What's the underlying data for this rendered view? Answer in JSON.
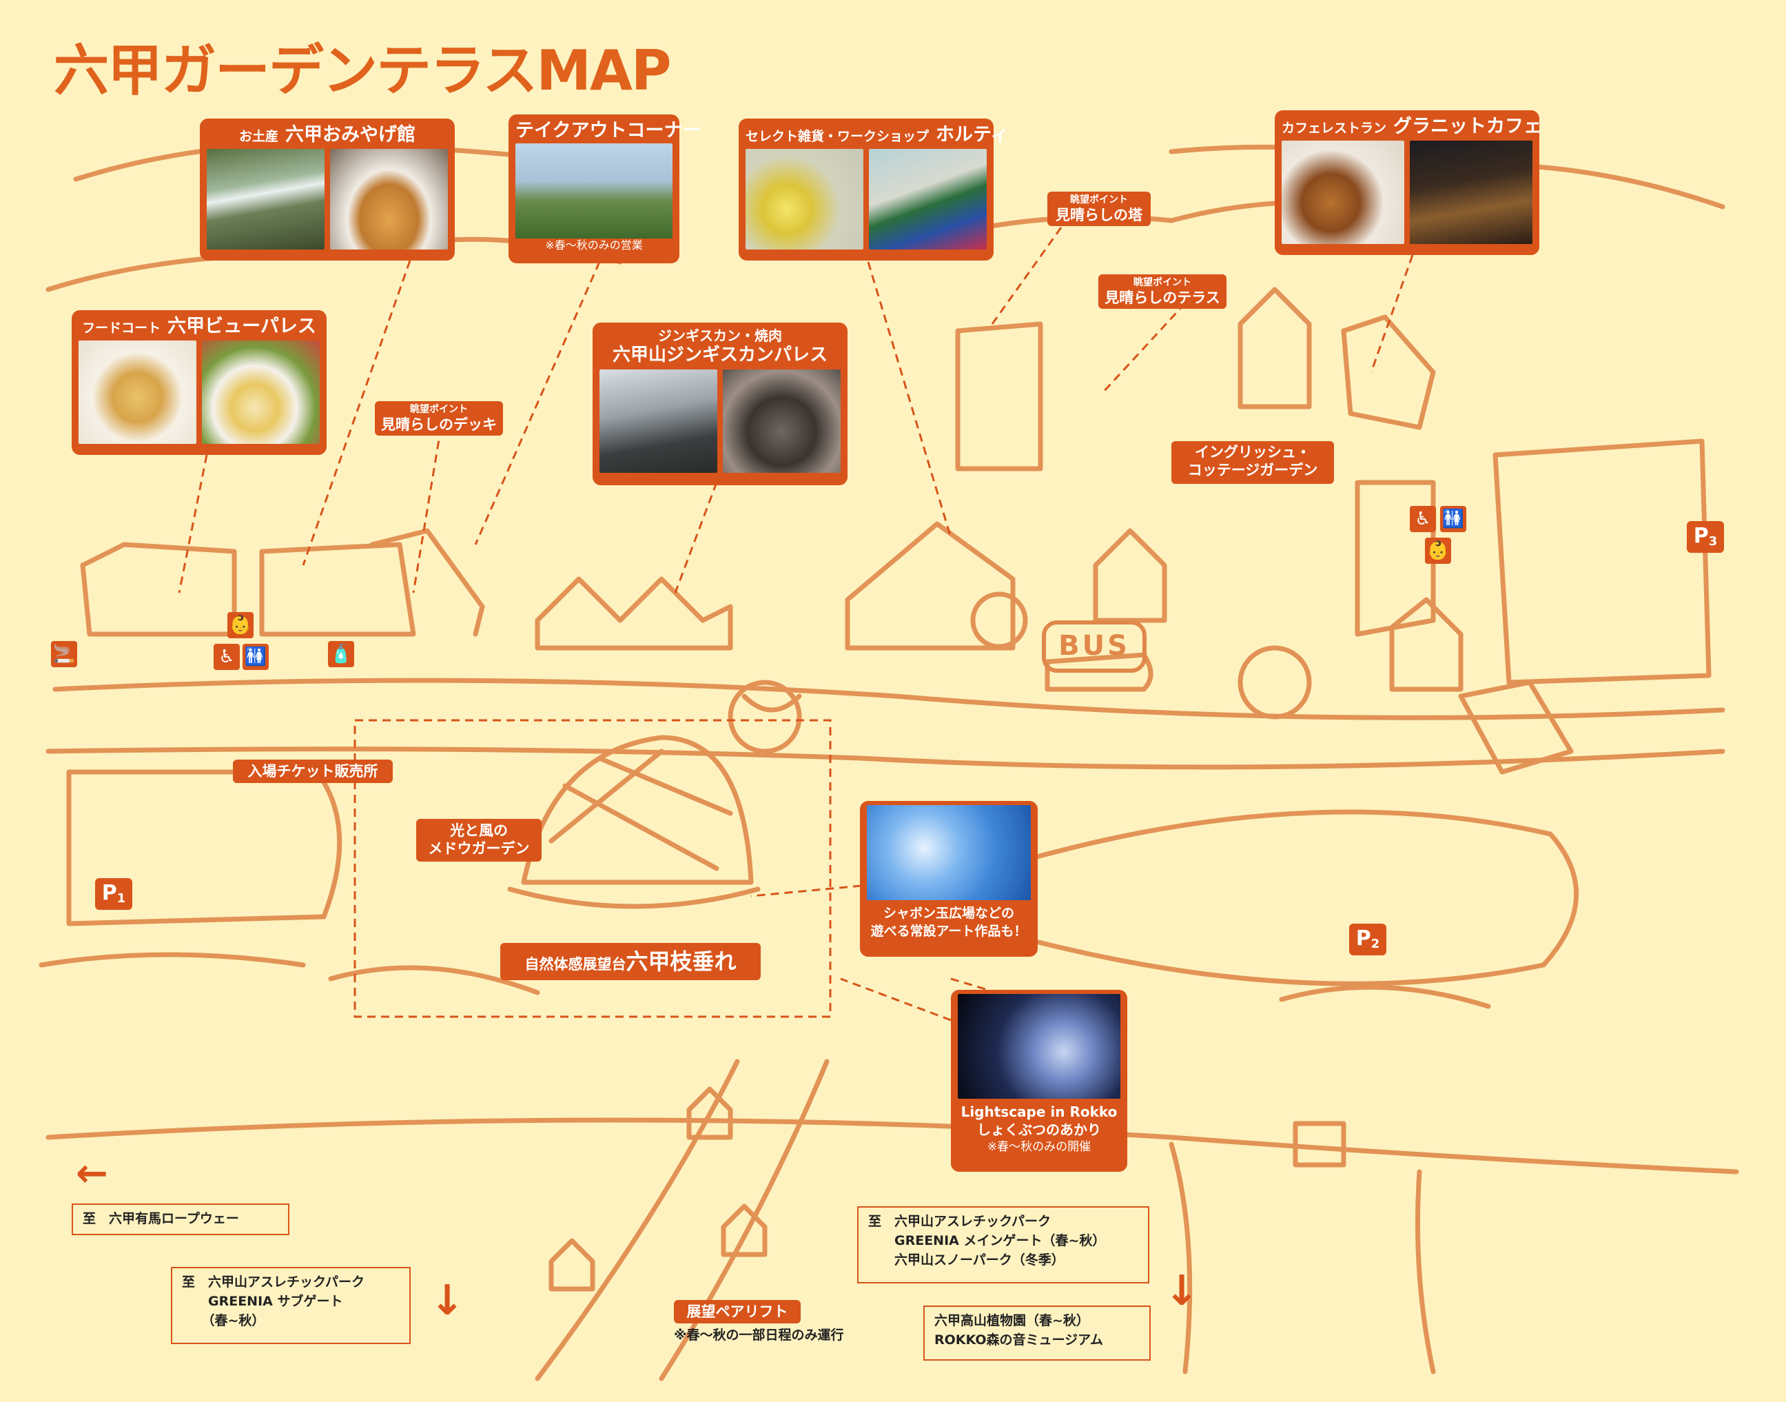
{
  "title": "六甲ガーデンテラスMAP",
  "cards": {
    "omiyage": {
      "prefix": "お土産",
      "name": "六甲おみやげ館"
    },
    "takeout": {
      "name": "テイクアウトコーナー",
      "note": "※春～秋のみの営業"
    },
    "horuti": {
      "prefix": "セレクト雑貨・ワークショップ",
      "name": "ホルティ"
    },
    "granite": {
      "prefix": "カフェレストラン",
      "name": "グラニットカフェ"
    },
    "viewpalace": {
      "prefix": "フードコート",
      "name": "六甲ビューパレス"
    },
    "jingisukan": {
      "line1": "ジンギスカン・焼肉",
      "line2": "六甲山ジンギスカンパレス"
    },
    "shabon": {
      "line1": "シャボン玉広場などの",
      "line2": "遊べる常設アート作品も！"
    },
    "lightscape": {
      "line1": "Lightscape in Rokko",
      "line2": "しょくぶつのあかり",
      "note": "※春～秋のみの開催"
    }
  },
  "labels": {
    "tower": {
      "sub": "眺望ポイント",
      "main": "見晴らしの塔"
    },
    "terrace": {
      "sub": "眺望ポイント",
      "main": "見晴らしのテラス"
    },
    "deck": {
      "sub": "眺望ポイント",
      "main": "見晴らしのデッキ"
    },
    "english_line1": "イングリッシュ・",
    "english_line2": "コッテージガーデン",
    "ticket": "入場チケット販売所",
    "meadow_line1": "光と風の",
    "meadow_line2": "メドウガーデン",
    "shidare_prefix": "自然体感展望台",
    "shidare_name": "六甲枝垂れ",
    "lift": "展望ペアリフト",
    "lift_note": "※春～秋の一部日程のみ運行",
    "bus": "BUS"
  },
  "parking": {
    "p1": "P",
    "p1_sub": "1",
    "p2": "P",
    "p2_sub": "2",
    "p3": "P",
    "p3_sub": "3"
  },
  "icons": {
    "smoking": "🚬",
    "baby": "👶",
    "wheelchair": "♿",
    "toilet": "🚻",
    "bottle": "🧴"
  },
  "directions": {
    "ropeway": "至　六甲有馬ロープウェー",
    "greenia_sub": "至　六甲山アスレチックパーク\n　　GREENIA サブゲート\n　　（春~秋）",
    "greenia_main": "至　六甲山アスレチックパーク\n　　GREENIA メインゲート（春~秋）\n　　六甲山スノーパーク（冬季）",
    "alpine": "六甲高山植物園（春~秋）\nROKKO森の音ミュージアム",
    "arrow_left": "←",
    "arrow_down": "↓"
  },
  "colors": {
    "accent": "#d9541a",
    "background": "#fdf2c0",
    "sketch": "#e0884a"
  }
}
